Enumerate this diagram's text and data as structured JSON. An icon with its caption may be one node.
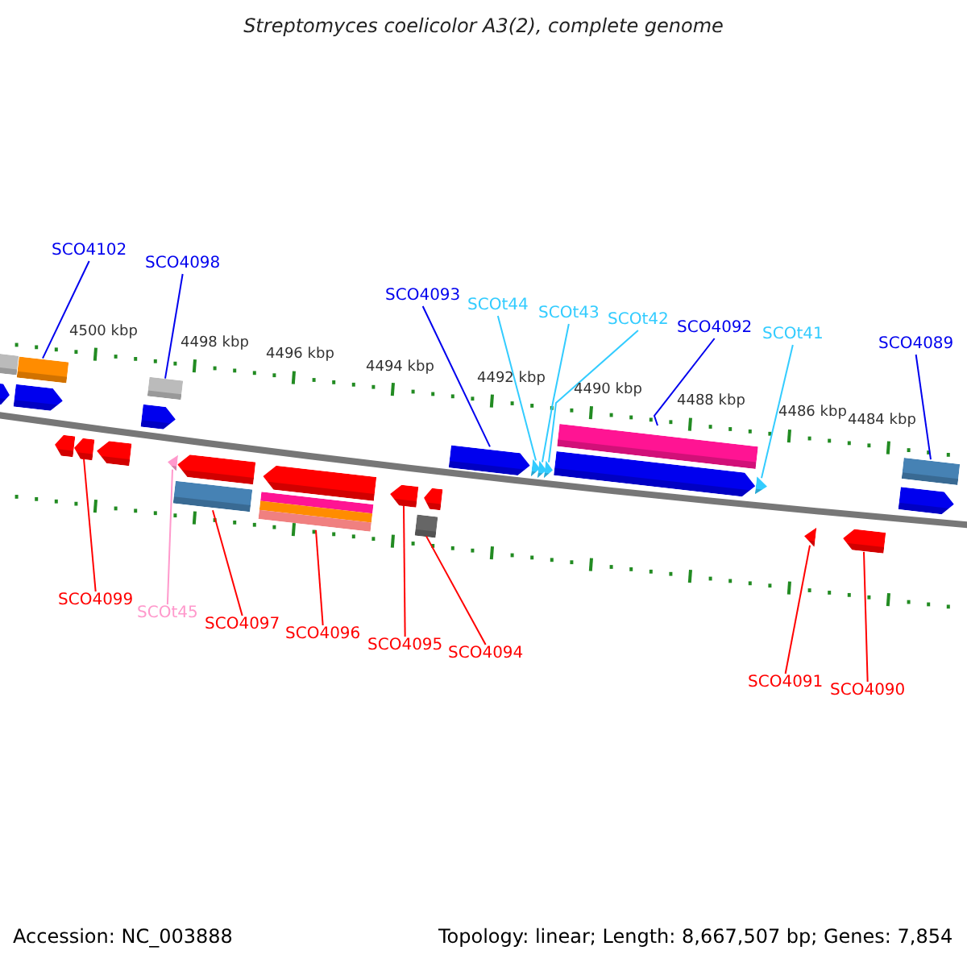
{
  "diagram": {
    "title": "Streptomyces coelicolor A3(2), complete genome",
    "nodes": [
      {
        "text": [
          "SCO4102"
        ]
      },
      {
        "text": [
          "SCO4098"
        ]
      },
      {
        "text": [
          "SCO4093"
        ]
      },
      {
        "text": [
          "SCOt44"
        ]
      },
      {
        "text": [
          "SCOt43"
        ]
      },
      {
        "text": [
          "SCOt42"
        ]
      },
      {
        "text": [
          "SCO4092"
        ]
      },
      {
        "text": [
          "SCOt41"
        ]
      },
      {
        "text": [
          "SCO4089"
        ]
      },
      {
        "text": [],
        "shape": "arrow"
      },
      {
        "text": [],
        "shape": "box"
      },
      {
        "text": [],
        "shape": "arrow"
      },
      {
        "text": [],
        "shape": "box"
      },
      {
        "text": [],
        "shape": "arrow"
      },
      {
        "text": [],
        "shape": "arrow"
      },
      {
        "text": [],
        "shape": "arrow"
      },
      {
        "text": [],
        "shape": "arrow"
      },
      {
        "text": [],
        "shape": "box"
      },
      {
        "text": [],
        "shape": "triangle"
      },
      {
        "text": [],
        "shape": "box"
      },
      {
        "text": [],
        "shape": "arrow"
      },
      {
        "text": [],
        "shape": "box"
      },
      {
        "text": [],
        "shape": "arrow"
      },
      {
        "text": [],
        "shape": "arrow"
      },
      {
        "text": [],
        "shape": "box"
      },
      {
        "text": [],
        "shape": "arrow"
      },
      {
        "text": [],
        "shape": "arrow"
      },
      {
        "text": [],
        "shape": "triangle"
      },
      {
        "text": [],
        "shape": "triangle"
      },
      {
        "text": [],
        "shape": "triangle"
      },
      {
        "text": [],
        "shape": "arrow"
      },
      {
        "text": [],
        "shape": "box"
      },
      {
        "text": [],
        "shape": "triangle"
      },
      {
        "text": [],
        "shape": "triangle"
      },
      {
        "text": [],
        "shape": "arrow"
      },
      {
        "text": [],
        "shape": "arrow"
      },
      {
        "text": [],
        "shape": "box"
      },
      {
        "text": [
          "SCO4099"
        ]
      },
      {
        "text": [
          "SCOt45"
        ]
      },
      {
        "text": [
          "SCO4097"
        ]
      },
      {
        "text": [
          "SCO4096"
        ]
      },
      {
        "text": [
          "SCO4095"
        ]
      },
      {
        "text": [
          "SCO4094"
        ]
      },
      {
        "text": [
          "SCO4091"
        ]
      },
      {
        "text": [
          "SCO4090"
        ]
      }
    ],
    "edges": [
      {
        "from": 0,
        "to": 12,
        "arrow": "none",
        "color": "#0000ee"
      },
      {
        "from": 1,
        "to": 17,
        "arrow": "none",
        "color": "#0000ee"
      },
      {
        "from": 2,
        "to": 26,
        "arrow": "none",
        "color": "#0000ee"
      },
      {
        "from": 3,
        "to": 27,
        "arrow": "none",
        "color": "#33ccff"
      },
      {
        "from": 4,
        "to": 28,
        "arrow": "none",
        "color": "#33ccff"
      },
      {
        "from": 5,
        "to": 29,
        "arrow": "none",
        "color": "#33ccff"
      },
      {
        "from": 6,
        "to": 31,
        "arrow": "none",
        "color": "#0000ee"
      },
      {
        "from": 7,
        "to": 32,
        "arrow": "none",
        "color": "#33ccff"
      },
      {
        "from": 8,
        "to": 36,
        "arrow": "none",
        "color": "#0000ee"
      },
      {
        "from": 37,
        "to": 14,
        "arrow": "none"
      },
      {
        "from": 38,
        "to": 18,
        "arrow": "none",
        "color": "#ff99cc"
      },
      {
        "from": 39,
        "to": 19,
        "arrow": "none"
      },
      {
        "from": 40,
        "to": 21,
        "arrow": "none"
      },
      {
        "from": 41,
        "to": 23,
        "arrow": "none"
      },
      {
        "from": 42,
        "to": 24,
        "arrow": "none"
      },
      {
        "from": 43,
        "to": 33,
        "arrow": "none"
      },
      {
        "from": 44,
        "to": 34,
        "arrow": "none"
      }
    ],
    "labels": [
      "4500 kbp",
      "4498 kbp",
      "4496 kbp",
      "4494 kbp",
      "4492 kbp",
      "4490 kbp",
      "4488 kbp",
      "4486 kbp",
      "4484 kbp",
      "Accession: NC_003888",
      "Topology: linear; Length: 8,667,507 bp; Genes: 7,854"
    ]
  }
}
